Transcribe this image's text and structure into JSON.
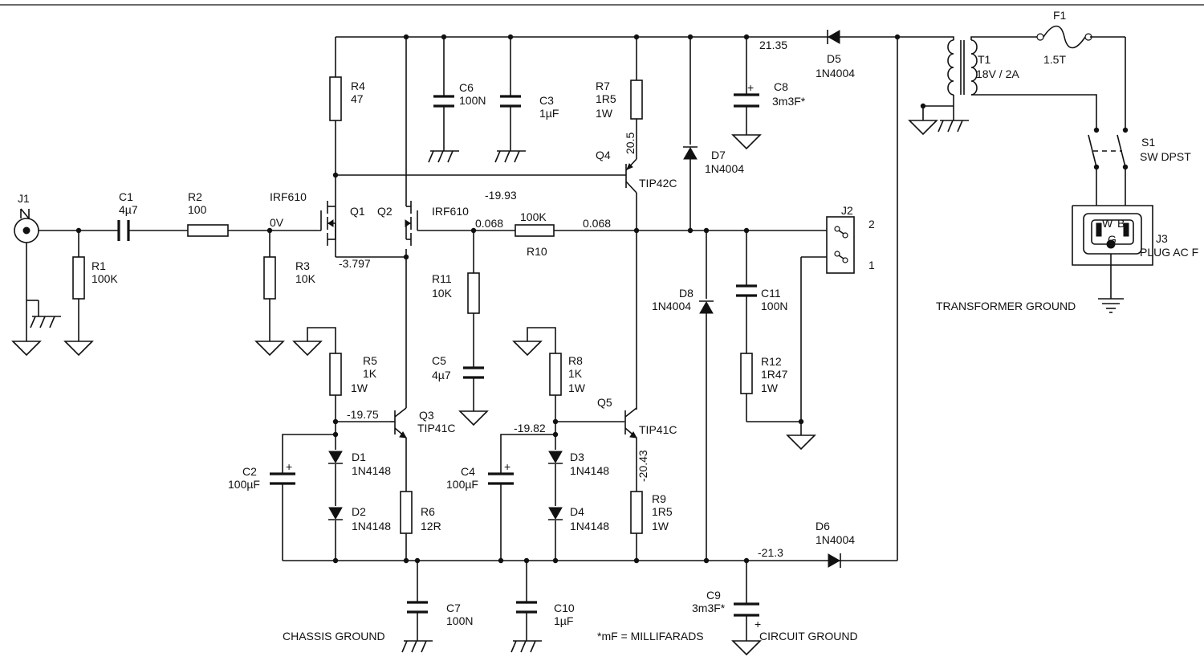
{
  "labels": {
    "J1": {
      "ref": "J1"
    },
    "C1": {
      "ref": "C1",
      "value": "4µ7"
    },
    "R2": {
      "ref": "R2",
      "value": "100"
    },
    "R1": {
      "ref": "R1",
      "value": "100K"
    },
    "R3": {
      "ref": "R3",
      "value": "10K"
    },
    "R4": {
      "ref": "R4",
      "value": "47"
    },
    "C6": {
      "ref": "C6",
      "value": "100N"
    },
    "C3": {
      "ref": "C3",
      "value": "1µF"
    },
    "R7": {
      "ref": "R7",
      "value": "1R5",
      "rating": "1W"
    },
    "C8": {
      "ref": "C8",
      "value": "3m3F*"
    },
    "Q1": {
      "ref": "Q1",
      "part": "IRF610"
    },
    "Q2": {
      "ref": "Q2",
      "part": "IRF610"
    },
    "Q4": {
      "ref": "Q4",
      "part": "TIP42C"
    },
    "D7": {
      "ref": "D7",
      "part": "1N4004"
    },
    "D5": {
      "ref": "D5",
      "part": "1N4004"
    },
    "T1": {
      "ref": "T1",
      "value": "18V / 2A"
    },
    "F1": {
      "ref": "F1",
      "value": "1.5T"
    },
    "S1": {
      "ref": "S1",
      "part": "SW DPST"
    },
    "J3": {
      "ref": "J3",
      "part": "PLUG AC F"
    },
    "J2": {
      "ref": "J2",
      "pin2": "2",
      "pin1": "1"
    },
    "R10": {
      "ref": "R10",
      "value": "100K"
    },
    "R11": {
      "ref": "R11",
      "value": "10K"
    },
    "C5": {
      "ref": "C5",
      "value": "4µ7"
    },
    "R5": {
      "ref": "R5",
      "value": "1K",
      "rating": "1W"
    },
    "R8": {
      "ref": "R8",
      "value": "1K",
      "rating": "1W"
    },
    "Q3": {
      "ref": "Q3",
      "part": "TIP41C"
    },
    "Q5": {
      "ref": "Q5",
      "part": "TIP41C"
    },
    "D1": {
      "ref": "D1",
      "part": "1N4148"
    },
    "D2": {
      "ref": "D2",
      "part": "1N4148"
    },
    "D3": {
      "ref": "D3",
      "part": "1N4148"
    },
    "D4": {
      "ref": "D4",
      "part": "1N4148"
    },
    "C2": {
      "ref": "C2",
      "value": "100µF"
    },
    "C4": {
      "ref": "C4",
      "value": "100µF"
    },
    "R6": {
      "ref": "R6",
      "value": "12R"
    },
    "R9": {
      "ref": "R9",
      "value": "1R5",
      "rating": "1W"
    },
    "D8": {
      "ref": "D8",
      "part": "1N4004"
    },
    "C11": {
      "ref": "C11",
      "value": "100N"
    },
    "R12": {
      "ref": "R12",
      "value": "1R47",
      "rating": "1W"
    },
    "D6": {
      "ref": "D6",
      "part": "1N4004"
    },
    "C9": {
      "ref": "C9",
      "value": "3m3F*"
    },
    "C7": {
      "ref": "C7",
      "value": "100N"
    },
    "C10": {
      "ref": "C10",
      "value": "1µF"
    }
  },
  "voltages": {
    "v_top": "21.35",
    "v_q4c": "20.5",
    "v_q4e": "-19.93",
    "v_gate": "0V",
    "v_src": "-3.797",
    "v_r11": "0.068",
    "v_out": "0.068",
    "v_q3b": "-19.75",
    "v_q5b": "-19.82",
    "v_q5e": "-20.43",
    "v_bot": "-21.3"
  },
  "notes": {
    "transformer_ground": "TRANSFORMER GROUND",
    "chassis_ground": "CHASSIS GROUND",
    "circuit_ground": "CIRCUIT GROUND",
    "millifarads": "*mF = MILLIFARADS",
    "plug_w": "W",
    "plug_b": "B",
    "plug_g": "G",
    "plus": "+"
  }
}
